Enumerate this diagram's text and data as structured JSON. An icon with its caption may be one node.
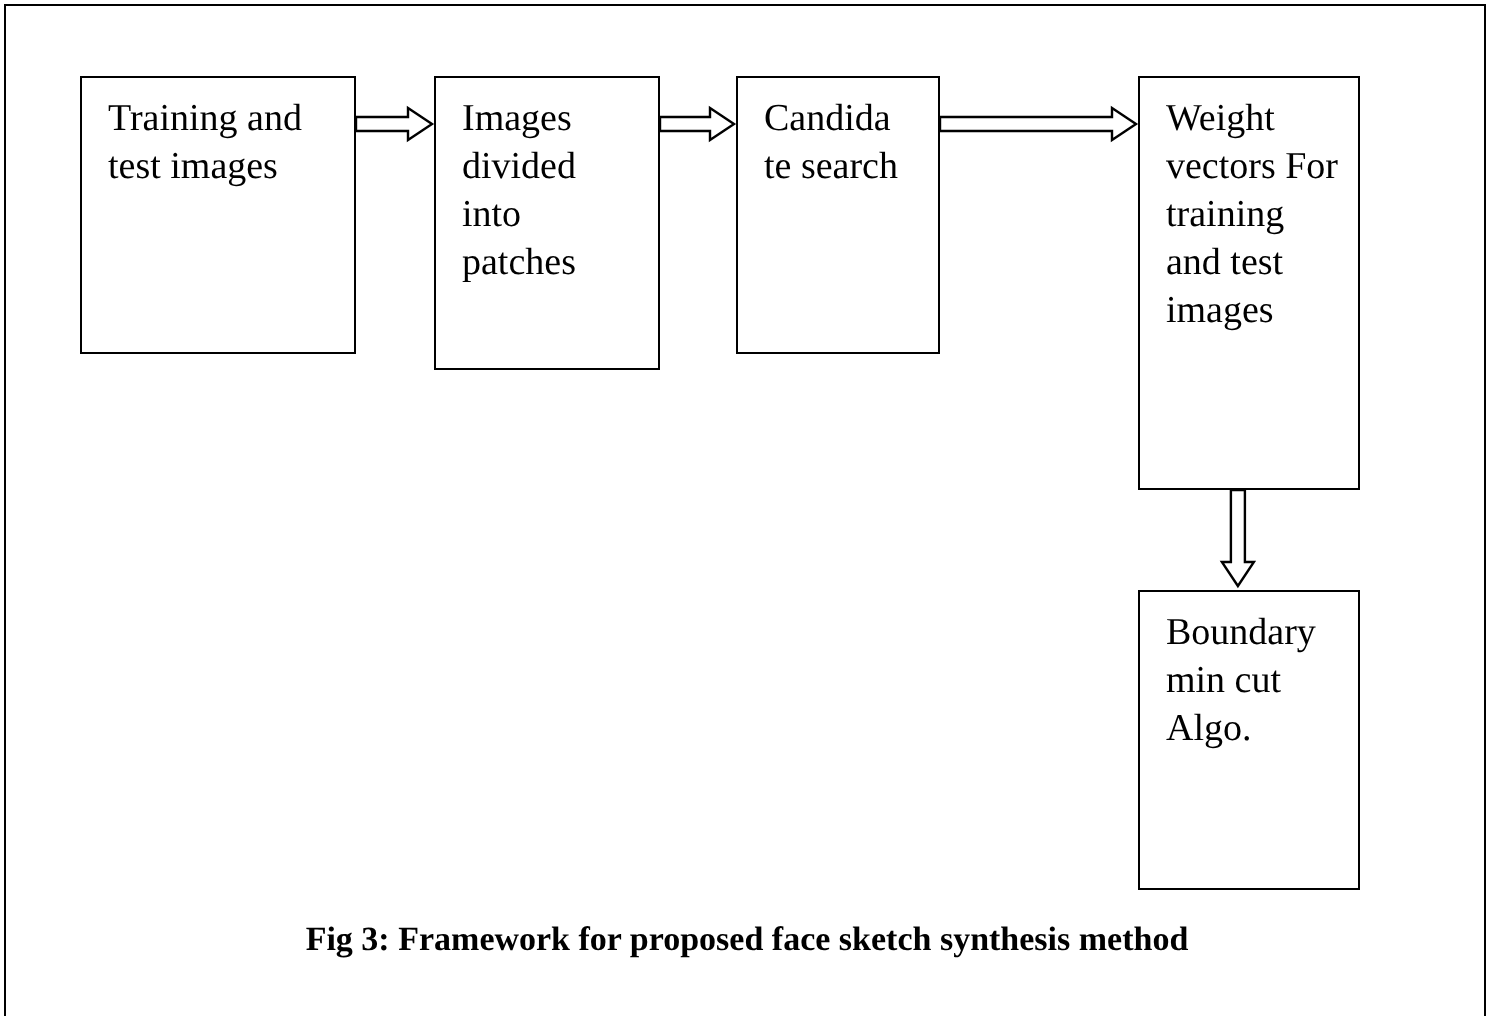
{
  "diagram": {
    "caption": "Fig 3: Framework for proposed face sketch synthesis method",
    "nodes": [
      {
        "text": [
          "Training and test images"
        ]
      },
      {
        "text": [
          "Images divided into patches"
        ]
      },
      {
        "text": [
          "Candida te search"
        ]
      },
      {
        "text": [
          "Weight vectors For training and test images"
        ]
      },
      {
        "text": [
          "Boundary min cut Algo."
        ]
      }
    ],
    "edges": [
      {
        "from": 0,
        "to": 1,
        "arrow": "to"
      },
      {
        "from": 1,
        "to": 2,
        "arrow": "to"
      },
      {
        "from": 2,
        "to": 3,
        "arrow": "to"
      },
      {
        "from": 3,
        "to": 4,
        "arrow": "to"
      }
    ]
  }
}
